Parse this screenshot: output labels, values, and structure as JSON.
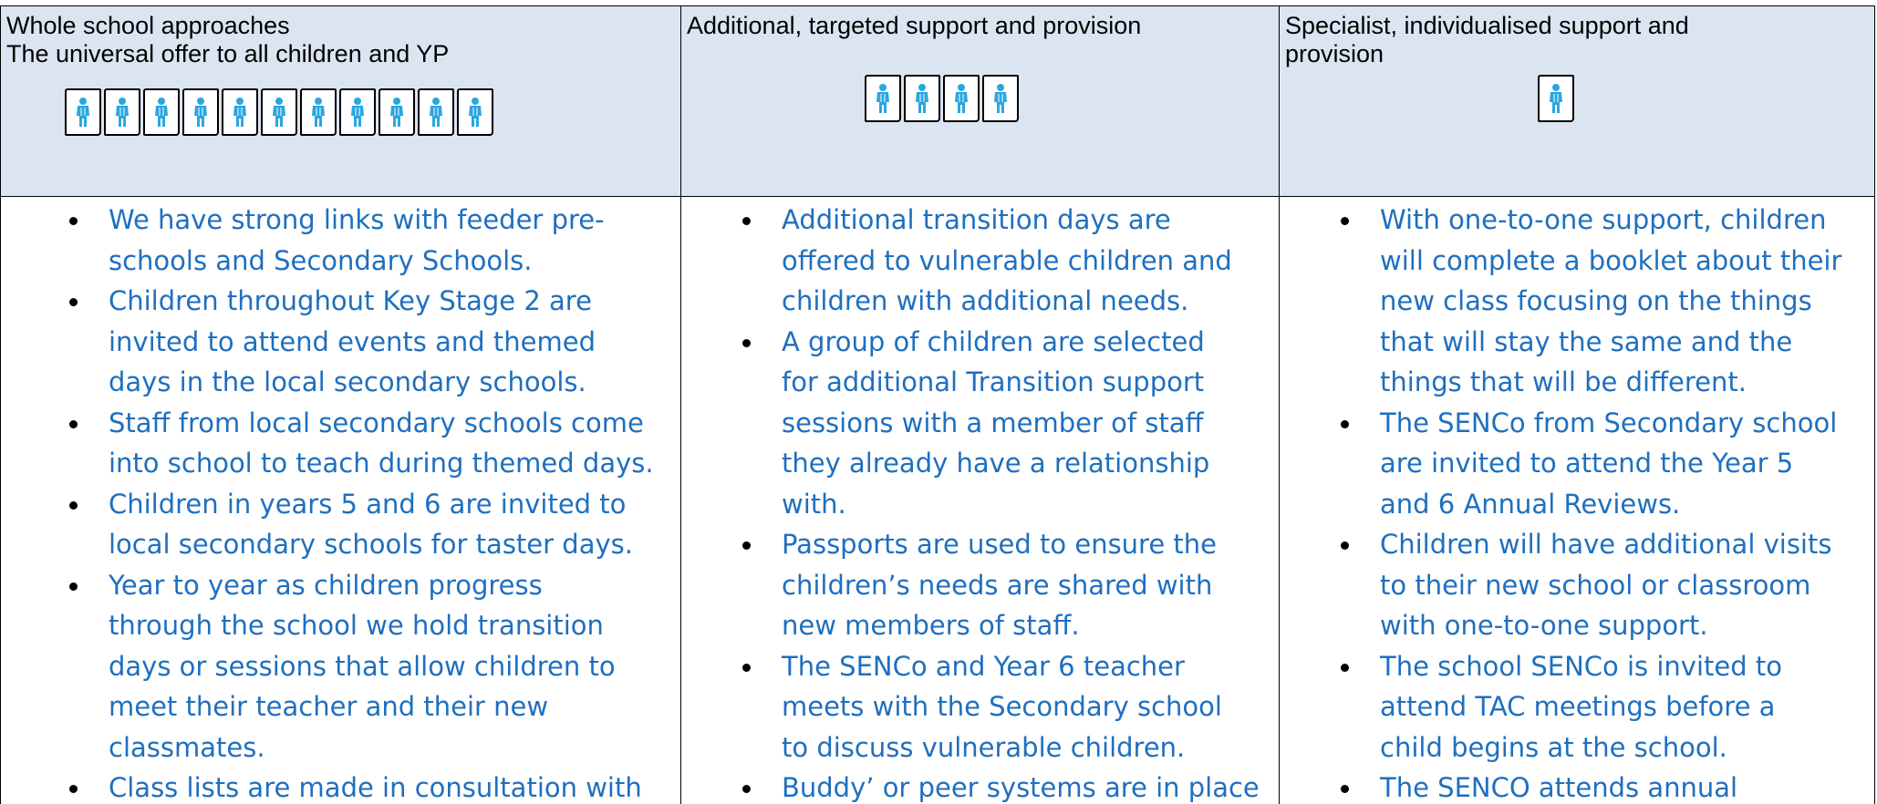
{
  "headers": [
    {
      "lines": [
        "Whole school approaches",
        "The universal offer to all children and YP"
      ],
      "figure_count": 11
    },
    {
      "lines": [
        "Additional, targeted support and provision"
      ],
      "figure_count": 4
    },
    {
      "lines": [
        "Specialist, individualised support and",
        "provision"
      ],
      "figure_count": 1
    }
  ],
  "icons": {
    "figure": "person-icon",
    "bullet": "bullet-icon"
  },
  "colors": {
    "header_bg": "#dbe5f1",
    "body_text": "#1f6fbf",
    "figure": "#2aa6e0"
  },
  "columns": [
    {
      "items": [
        [
          "We have strong links with feeder pre-",
          "schools and Secondary Schools."
        ],
        [
          "Children throughout Key Stage 2 are",
          "invited to attend events and themed",
          "days in the local secondary schools."
        ],
        [
          "Staff from local secondary schools come",
          "into school to teach during themed days."
        ],
        [
          "Children in years 5 and 6 are invited to",
          "local secondary schools for taster days."
        ],
        [
          "Year to year as children progress",
          "through the school we hold transition",
          "days or sessions that allow children to",
          "meet their teacher and their new",
          "classmates."
        ],
        [
          "Class lists are made in consultation with"
        ]
      ]
    },
    {
      "items": [
        [
          "Additional transition days are",
          "offered to vulnerable children and",
          "children with additional needs."
        ],
        [
          "A group of children are selected",
          "for additional Transition support",
          "sessions with a member of staff",
          "they already have a relationship",
          "with."
        ],
        [
          "Passports are used to ensure the",
          "children’s needs are shared with",
          "new members of staff."
        ],
        [
          "The SENCo and Year 6 teacher",
          "meets with the Secondary school",
          "to discuss vulnerable children."
        ],
        [
          "Buddy’ or peer systems are in place"
        ]
      ]
    },
    {
      "items": [
        [
          "With one-to-one support, children",
          "will complete a booklet about their",
          "new class focusing on the things",
          "that will stay the same and the",
          "things that will be different."
        ],
        [
          "The SENCo from Secondary school",
          "are invited to attend the Year 5",
          "and 6 Annual Reviews."
        ],
        [
          "Children will have additional visits",
          "to their new school or classroom",
          "with one-to-one support."
        ],
        [
          "The school SENCo is invited to",
          "attend TAC meetings before a",
          "child begins at the school."
        ],
        [
          "The SENCO attends annual"
        ]
      ]
    }
  ]
}
